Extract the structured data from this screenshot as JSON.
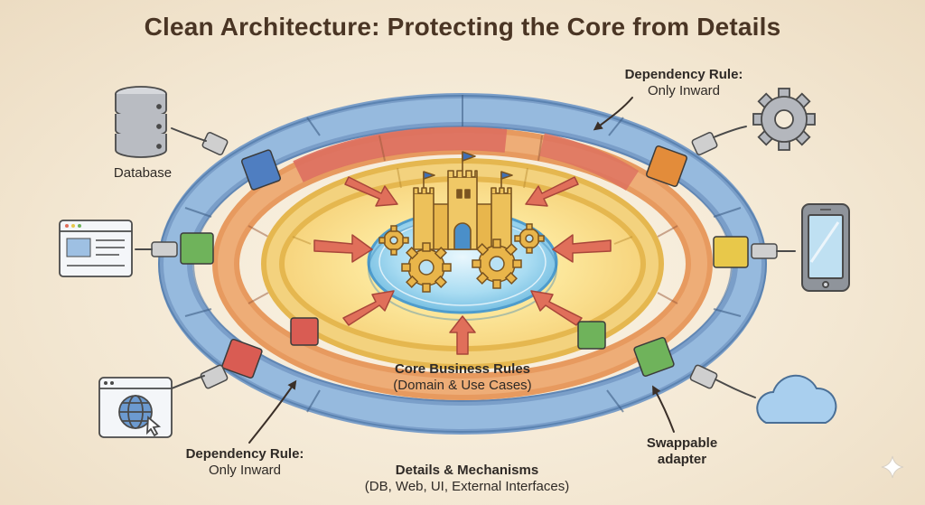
{
  "title": "Clean Architecture: Protecting the Core from Details",
  "labels": {
    "dependency_rule_top": {
      "title": "Dependency Rule:",
      "subtitle": "Only Inward"
    },
    "dependency_rule_bottom": {
      "title": "Dependency Rule:",
      "subtitle": "Only Inward"
    },
    "database": "Database",
    "core": {
      "title": "Core Business Rules",
      "subtitle": "(Domain & Use Cases)"
    },
    "details": {
      "title": "Details & Mechanisms",
      "subtitle": "(DB, Web, UI, External Interfaces)"
    },
    "swappable": {
      "line1": "Swappable",
      "line2": "adapter"
    }
  },
  "icons": [
    "database-icon",
    "browser-window-icon",
    "web-globe-icon",
    "gear-icon",
    "smartphone-icon",
    "cloud-icon",
    "castle-icon",
    "core-gears-icon",
    "plug-adapter-icon"
  ],
  "colors": {
    "outer_ring": "#7fa6cf",
    "middle_ring": "#e7a26c",
    "inner_ring": "#f2cf73",
    "core": "#9fd4ee",
    "arrows": "#e06f5a",
    "adapter_green": "#6fb35b",
    "adapter_red": "#d95c53",
    "adapter_orange": "#e38c3a",
    "adapter_yellow": "#e8c84a",
    "text": "#2f2a26",
    "title": "#4a3524"
  }
}
